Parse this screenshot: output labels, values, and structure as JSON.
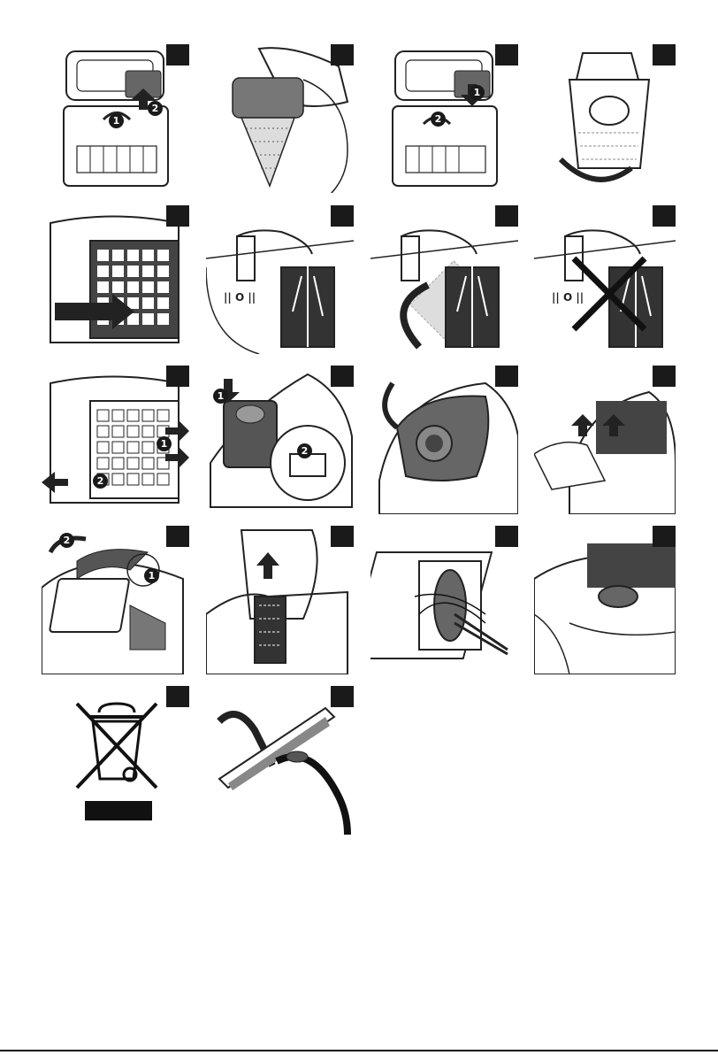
{
  "figures": [
    {
      "id": "1",
      "subject": "dust-container-filter-removal",
      "callouts": [
        "1",
        "2"
      ]
    },
    {
      "id": "2",
      "subject": "hand-holding-cone-filter",
      "callouts": []
    },
    {
      "id": "3",
      "subject": "dust-container-filter-insert",
      "callouts": [
        "1",
        "2"
      ]
    },
    {
      "id": "4",
      "subject": "dust-container-lid-open",
      "callouts": []
    },
    {
      "id": "5",
      "subject": "pre-motor-filter-removal",
      "callouts": []
    },
    {
      "id": "6",
      "subject": "rinse-filter-under-tap",
      "callouts": []
    },
    {
      "id": "7",
      "subject": "rotate-filter-under-tap",
      "callouts": []
    },
    {
      "id": "8",
      "subject": "do-not-brush-filter",
      "callouts": []
    },
    {
      "id": "9",
      "subject": "pre-motor-filter-reinsert",
      "callouts": [
        "1",
        "2"
      ]
    },
    {
      "id": "10",
      "subject": "container-reinsert-appliance",
      "callouts": [
        "1",
        "2"
      ]
    },
    {
      "id": "11",
      "subject": "close-appliance-lid",
      "callouts": []
    },
    {
      "id": "12",
      "subject": "exhaust-grille-removal",
      "callouts": []
    },
    {
      "id": "13",
      "subject": "exhaust-filter-open",
      "callouts": [
        "1",
        "2"
      ]
    },
    {
      "id": "14",
      "subject": "lift-exhaust-filter",
      "callouts": []
    },
    {
      "id": "15",
      "subject": "clean-nozzle-brush",
      "callouts": []
    },
    {
      "id": "16",
      "subject": "appliance-top",
      "callouts": []
    },
    {
      "id": "17",
      "subject": "weee-disposal-symbol",
      "callouts": []
    },
    {
      "id": "18",
      "subject": "floor-nozzle-with-hose",
      "callouts": []
    }
  ]
}
